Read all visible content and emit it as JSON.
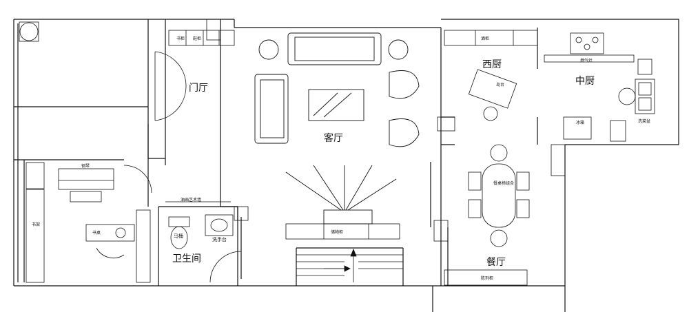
{
  "rooms": {
    "entry": "门厅",
    "living": "客厅",
    "western_kitchen": "西厨",
    "chinese_kitchen": "中厨",
    "dining": "餐厅",
    "bathroom": "卫生间"
  },
  "labels": {
    "island": "岛台",
    "stove": "燃气灶",
    "fridge": "冰箱",
    "sink": "洗菜盆",
    "piano": "钢琴",
    "desk": "书桌",
    "bookcase": "书架",
    "toilet": "马桶",
    "washbasin": "洗手台",
    "oil_wall": "油画艺术墙",
    "dining_set": "餐桌椅组合",
    "shelf_a": "书柜",
    "shelf_b": "鞋柜",
    "shelf_c": "酒柜",
    "shelf_d": "陈列柜",
    "shelf_e": "储物柜"
  },
  "colors": {
    "line": "#111111",
    "background": "#ffffff"
  }
}
